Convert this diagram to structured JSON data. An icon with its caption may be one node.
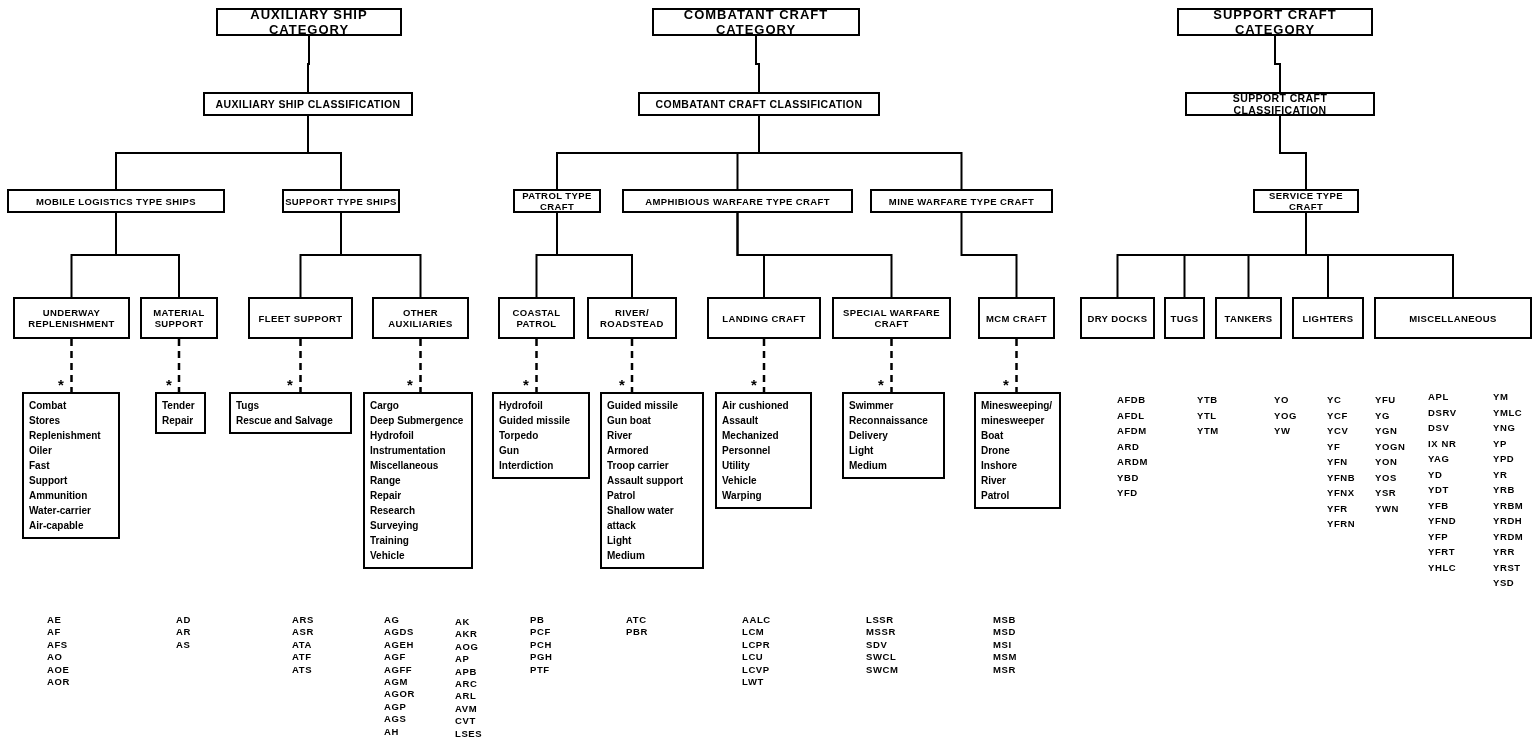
{
  "diagram": {
    "nodes": [
      {
        "text": [
          "AUXILIARY SHIP CATEGORY"
        ]
      },
      {
        "text": [
          "COMBATANT CRAFT CATEGORY"
        ]
      },
      {
        "text": [
          "SUPPORT CRAFT CATEGORY"
        ]
      },
      {
        "text": [
          "AUXILIARY SHIP CLASSIFICATION"
        ]
      },
      {
        "text": [
          "COMBATANT CRAFT CLASSIFICATION"
        ]
      },
      {
        "text": [
          "SUPPORT CRAFT CLASSIFICATION"
        ]
      },
      {
        "text": [
          "MOBILE LOGISTICS TYPE SHIPS"
        ]
      },
      {
        "text": [
          "SUPPORT TYPE SHIPS"
        ]
      },
      {
        "text": [
          "PATROL TYPE CRAFT"
        ]
      },
      {
        "text": [
          "AMPHIBIOUS WARFARE TYPE CRAFT"
        ]
      },
      {
        "text": [
          "MINE WARFARE TYPE CRAFT"
        ]
      },
      {
        "text": [
          "SERVICE TYPE CRAFT"
        ]
      },
      {
        "text": [
          "UNDERWAY REPLENISHMENT"
        ]
      },
      {
        "text": [
          "MATERIAL SUPPORT"
        ]
      },
      {
        "text": [
          "FLEET SUPPORT"
        ]
      },
      {
        "text": [
          "OTHER AUXILIARIES"
        ]
      },
      {
        "text": [
          "COASTAL PATROL"
        ]
      },
      {
        "text": [
          "RIVER/ ROADSTEAD"
        ]
      },
      {
        "text": [
          "LANDING CRAFT"
        ]
      },
      {
        "text": [
          "SPECIAL WARFARE CRAFT"
        ]
      },
      {
        "text": [
          "MCM CRAFT"
        ]
      },
      {
        "text": [
          "DRY DOCKS"
        ]
      },
      {
        "text": [
          "TUGS"
        ]
      },
      {
        "text": [
          "TANKERS"
        ]
      },
      {
        "text": [
          "LIGHTERS"
        ]
      },
      {
        "text": [
          "MISCELLANEOUS"
        ]
      },
      {
        "text": [
          "Combat",
          "Stores",
          "Replenishment",
          "Oiler",
          "Fast",
          "Support",
          "Ammunition",
          "Water-carrier",
          "Air-capable"
        ]
      },
      {
        "text": [
          "Tender",
          "Repair"
        ]
      },
      {
        "text": [
          "Tugs",
          "Rescue and Salvage"
        ]
      },
      {
        "text": [
          "Cargo",
          "Deep Submergence",
          "Hydrofoil",
          "Instrumentation",
          "Miscellaneous",
          "Range",
          "Repair",
          "Research",
          "Surveying",
          "Training",
          "Vehicle"
        ]
      },
      {
        "text": [
          "Hydrofoil",
          "Guided missile",
          "Torpedo",
          "Gun",
          "Interdiction"
        ]
      },
      {
        "text": [
          "Guided missile",
          "Gun boat",
          "River",
          "Armored",
          "Troop carrier",
          "Assault support",
          "Patrol",
          "Shallow water attack",
          "Light",
          "Medium"
        ]
      },
      {
        "text": [
          "Air cushioned",
          "Assault",
          "Mechanized",
          "Personnel",
          "Utility",
          "Vehicle",
          "Warping"
        ]
      },
      {
        "text": [
          "Swimmer",
          "Reconnaissance",
          "Delivery",
          "Light",
          "Medium"
        ]
      },
      {
        "text": [
          "Minesweeping/ minesweeper",
          "Boat",
          "Drone",
          "Inshore",
          "River",
          "Patrol"
        ]
      }
    ],
    "edges": [
      {
        "from": 0,
        "to": 3,
        "arrow": "none"
      },
      {
        "from": 1,
        "to": 4,
        "arrow": "none"
      },
      {
        "from": 2,
        "to": 5,
        "arrow": "none"
      },
      {
        "from": 3,
        "to": 6,
        "arrow": "none"
      },
      {
        "from": 3,
        "to": 7,
        "arrow": "none"
      },
      {
        "from": 4,
        "to": 8,
        "arrow": "none"
      },
      {
        "from": 4,
        "to": 9,
        "arrow": "none"
      },
      {
        "from": 4,
        "to": 10,
        "arrow": "none"
      },
      {
        "from": 5,
        "to": 11,
        "arrow": "none"
      },
      {
        "from": 6,
        "to": 12,
        "arrow": "none"
      },
      {
        "from": 6,
        "to": 13,
        "arrow": "none"
      },
      {
        "from": 7,
        "to": 14,
        "arrow": "none"
      },
      {
        "from": 7,
        "to": 15,
        "arrow": "none"
      },
      {
        "from": 8,
        "to": 16,
        "arrow": "none"
      },
      {
        "from": 8,
        "to": 17,
        "arrow": "none"
      },
      {
        "from": 9,
        "to": 18,
        "arrow": "none"
      },
      {
        "from": 9,
        "to": 19,
        "arrow": "none"
      },
      {
        "from": 10,
        "to": 20,
        "arrow": "none"
      },
      {
        "from": 11,
        "to": 21,
        "arrow": "none"
      },
      {
        "from": 11,
        "to": 22,
        "arrow": "none"
      },
      {
        "from": 11,
        "to": 23,
        "arrow": "none"
      },
      {
        "from": 11,
        "to": 24,
        "arrow": "none"
      },
      {
        "from": 11,
        "to": 25,
        "arrow": "none"
      },
      {
        "from": 12,
        "to": 26,
        "arrow": "none",
        "style": "dashed"
      },
      {
        "from": 13,
        "to": 27,
        "arrow": "none",
        "style": "dashed"
      },
      {
        "from": 14,
        "to": 28,
        "arrow": "none",
        "style": "dashed"
      },
      {
        "from": 15,
        "to": 29,
        "arrow": "none",
        "style": "dashed"
      },
      {
        "from": 16,
        "to": 30,
        "arrow": "none",
        "style": "dashed"
      },
      {
        "from": 17,
        "to": 31,
        "arrow": "none",
        "style": "dashed"
      },
      {
        "from": 18,
        "to": 32,
        "arrow": "none",
        "style": "dashed"
      },
      {
        "from": 19,
        "to": 33,
        "arrow": "none",
        "style": "dashed"
      },
      {
        "from": 20,
        "to": 34,
        "arrow": "none",
        "style": "dashed"
      }
    ],
    "labels": [
      "*",
      "*",
      "*",
      "*",
      "*",
      "*",
      "*",
      "*",
      "*",
      "AFDB AFDL AFDM ARD ARDM YBD YFD",
      "YTB YTL YTM",
      "YO YOG YW",
      "YC YCF YCV YF YFN YFNB YFNX YFR YFRN",
      "YFU YG YGN YOGN YON YOS YSR YWN",
      "APL DSRV DSV IX NR YAG YD YDT YFB YFND YFP YFRT YHLC",
      "YM YMLC YNG YP YPD YR YRB YRBM YRDH YRDM YRR YRST YSD",
      "AE AF AFS AO AOE AOR",
      "AD AR AS",
      "ARS ASR ATA ATF ATS",
      "AG AGDS AGEH AGF AGFF AGM AGOR AGP AGS AH",
      "AK AKR AOG AP APB ARC ARL AVM CVT LSES",
      "PB PCF PCH PGH PTF",
      "ATC PBR",
      "AALC LCM LCPR LCU LCVP LWT",
      "LSSR MSSR SDV SWCL SWCM",
      "MSB MSD MSI MSM MSR"
    ]
  }
}
